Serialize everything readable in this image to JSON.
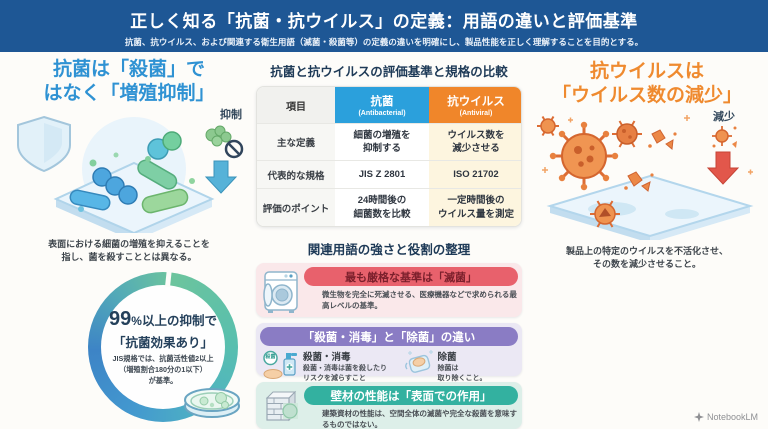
{
  "header": {
    "title": "正しく知る「抗菌・抗ウイルス」の定義：用語の違いと評価基準",
    "subtitle": "抗菌、抗ウイルス、および関連する衛生用語（滅菌・殺菌等）の定義の違いを明確にし、製品性能を正しく理解することを目的とする。"
  },
  "left": {
    "title1": "抗菌は「殺菌」で",
    "title2": "はなく「増殖抑制」",
    "inhibit_label": "抑制",
    "caption": "表面における細菌の増殖を抑えることを\n指し、菌を殺すこととは異なる。",
    "donut": {
      "big": "99",
      "unit": "%",
      "headline_tail": "以上の抑制で",
      "headline2": "「抗菌効果あり」",
      "note": "JIS規格では、抗菌活性値2以上\n（増殖割合180分の1以下）\nが基準。"
    }
  },
  "table": {
    "title": "抗菌と抗ウイルスの評価基準と規格の比較",
    "columns": {
      "item": "項目",
      "antibacterial": "抗菌",
      "antibacterial_en": "(Antibacterial)",
      "antiviral": "抗ウイルス",
      "antiviral_en": "(Antiviral)"
    },
    "rows": [
      {
        "label": "主な定義",
        "antibacterial": "細菌の増殖を\n抑制する",
        "antiviral": "ウイルス数を\n減少させる"
      },
      {
        "label": "代表的な規格",
        "antibacterial": "JIS Z 2801",
        "antiviral": "ISO 21702"
      },
      {
        "label": "評価のポイント",
        "antibacterial": "24時間後の\n細菌数を比較",
        "antiviral": "一定時間後の\nウイルス量を測定"
      }
    ]
  },
  "terms": {
    "title": "関連用語の強さと役割の整理",
    "card1": {
      "heading": "最も厳格な基準は「滅菌」",
      "body": "微生物を完全に死滅させる、医療機器などで求められる最高レベルの基準。"
    },
    "card2": {
      "heading": "「殺菌・消毒」と「除菌」の違い",
      "left": {
        "badge": "殺菌",
        "label": "殺菌・消毒",
        "body": "殺菌・消毒は菌を殺したり\nリスクを減らすこと"
      },
      "right": {
        "label": "除菌",
        "body": "除菌は\n取り除くこと。"
      }
    },
    "card3": {
      "heading": "壁材の性能は「表面での作用」",
      "body": "建築資材の性能は、空間全体の滅菌や完全な殺菌を意味するものではない。"
    }
  },
  "right": {
    "title1": "抗ウイルスは",
    "title2": "「ウイルス数の減少」",
    "decrease_label": "減少",
    "caption": "製品上の特定のウイルスを不活化させ、\nその数を減少させること。"
  },
  "footer": {
    "brand": "NotebookLM"
  },
  "colors": {
    "header_bg": "#1e5795",
    "antibacterial_blue": "#2ba0dc",
    "antiviral_orange": "#f0862a",
    "left_title_blue": "#2f92d3",
    "right_title_orange": "#ef8a2f",
    "sterilize_red": "#e8616c",
    "disinfect_purple": "#8a7cc4",
    "surface_teal": "#33b1a0"
  }
}
